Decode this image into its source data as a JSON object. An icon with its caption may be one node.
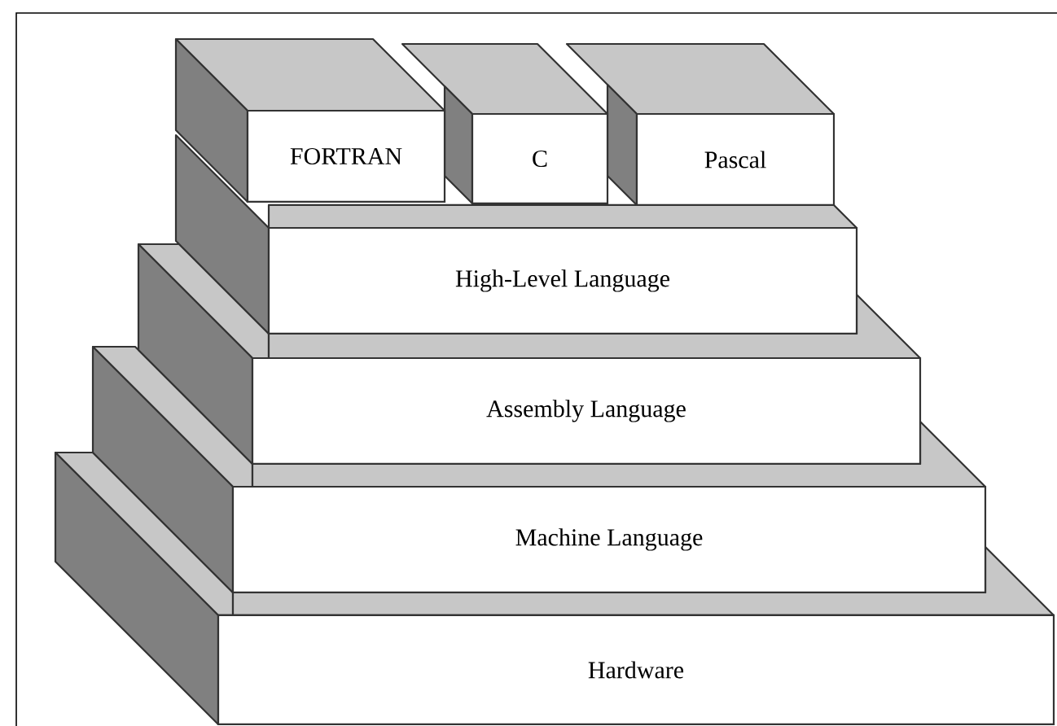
{
  "diagram": {
    "nodes": [
      {
        "text": [
          "FORTRAN"
        ]
      },
      {
        "text": [
          "C"
        ]
      },
      {
        "text": [
          "Pascal"
        ]
      },
      {
        "text": [
          "High-Level Language"
        ]
      },
      {
        "text": [
          "Assembly Language"
        ]
      },
      {
        "text": [
          "Machine Language"
        ]
      },
      {
        "text": [
          "Hardware"
        ]
      }
    ]
  }
}
